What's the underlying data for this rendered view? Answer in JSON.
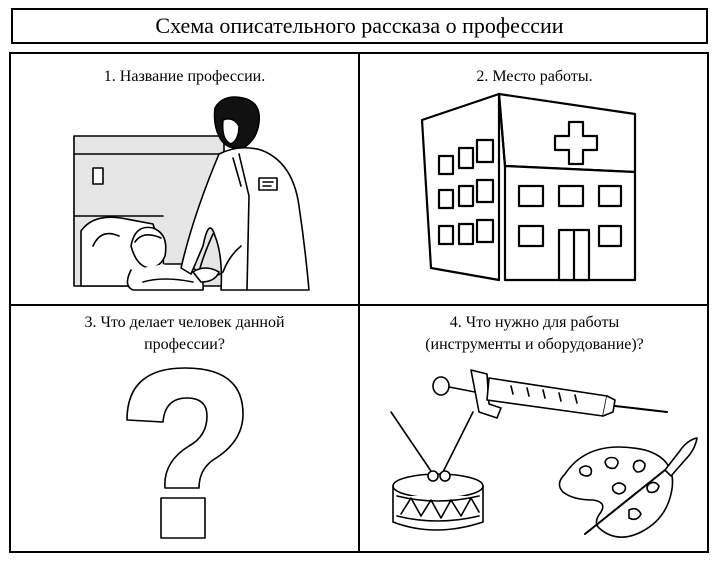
{
  "header": {
    "title": "Схема описательного рассказа о профессии"
  },
  "cells": [
    {
      "label": "1. Название профессии.",
      "image": "doctor-with-patient-illustration"
    },
    {
      "label": "2. Место работы.",
      "image": "hospital-building-icon"
    },
    {
      "label": "3. Что делает человек данной\nпрофессии?",
      "image": "question-mark-icon"
    },
    {
      "label": "4. Что нужно для работы\n(инструменты и оборудование)?",
      "image": "syringe-drum-palette-icons"
    }
  ]
}
